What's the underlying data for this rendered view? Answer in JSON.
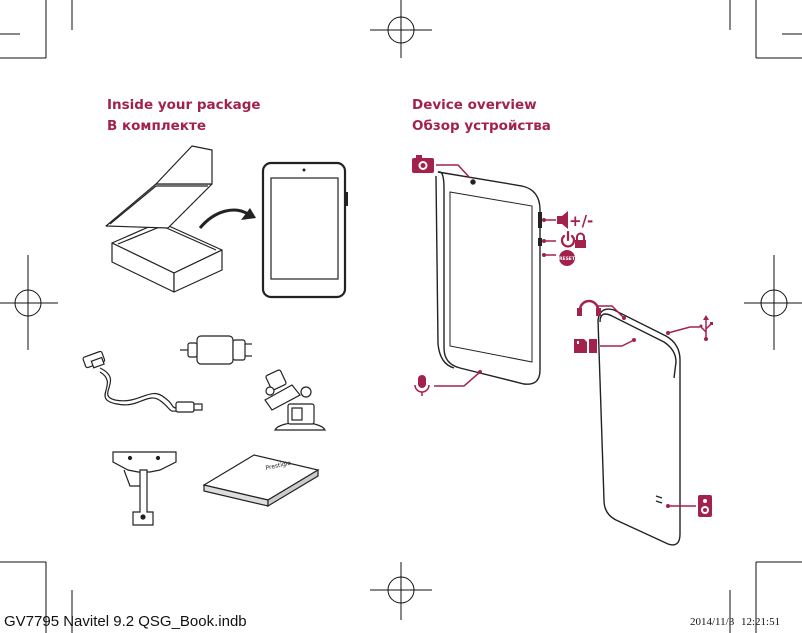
{
  "left_section": {
    "title_en": "Inside your package",
    "title_ru": "В комплекте",
    "items": {
      "carton": "box-illustration",
      "tablet": "tablet-front-illustration",
      "usb_cable": "usb-cable-illustration",
      "car_charger": "car-charger-illustration",
      "car_holder": "car-holder-illustration",
      "bracket": "mount-bracket-illustration",
      "booklet": "manual-booklet-illustration",
      "booklet_brand": "Prestigio"
    }
  },
  "right_section": {
    "title_en": "Device overview",
    "title_ru": "Обзор устройства",
    "callouts": {
      "camera": "camera-icon",
      "volume": "+/-",
      "power": "power-icon",
      "lock": "lock-icon",
      "reset": "RESET",
      "headphones": "headphones-icon",
      "usb": "usb-icon",
      "sd_sim": "card-slot-icon",
      "microphone": "microphone-icon",
      "speaker": "speaker-icon"
    }
  },
  "footer": {
    "filename": "GV7795 Navitel 9.2 QSG_Book.indb",
    "date": "2014/11/3",
    "time": "12:21:51"
  },
  "colors": {
    "accent": "#a3224c",
    "line": "#222222"
  }
}
